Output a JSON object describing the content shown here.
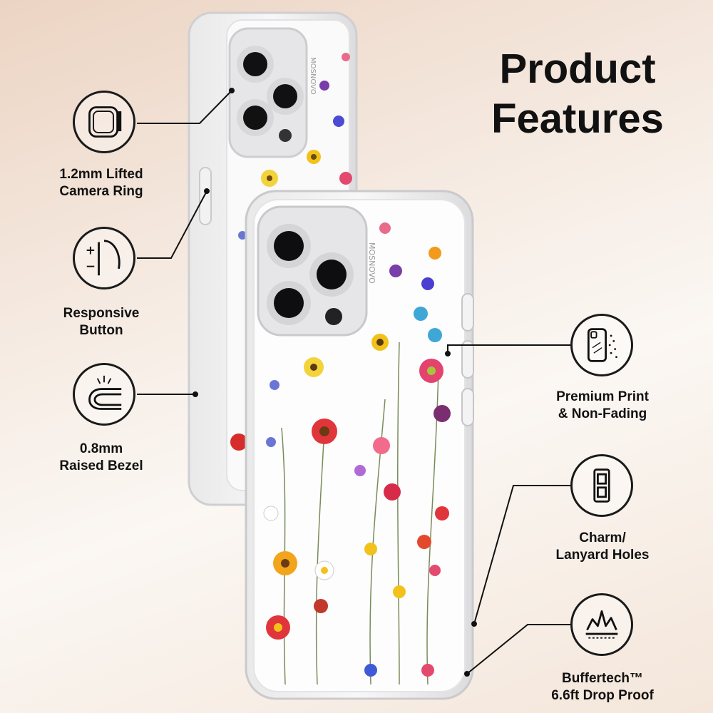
{
  "title": {
    "line1": "Product",
    "line2": "Features"
  },
  "brand": "MOSNOVO",
  "features": [
    {
      "line1": "1.2mm Lifted",
      "line2": "Camera Ring",
      "icon": "camera-ring-icon"
    },
    {
      "line1": "Responsive",
      "line2": "Button",
      "icon": "button-icon",
      "glyph_plus": "+",
      "glyph_minus": "−"
    },
    {
      "line1": "0.8mm",
      "line2": "Raised Bezel",
      "icon": "bezel-icon"
    },
    {
      "line1": "Premium Print",
      "line2": "& Non-Fading",
      "icon": "print-icon"
    },
    {
      "line1": "Charm/",
      "line2": "Lanyard Holes",
      "icon": "lanyard-holes-icon"
    },
    {
      "line1": "Buffertech™",
      "line2": "6.6ft Drop Proof",
      "icon": "drop-proof-icon"
    }
  ]
}
